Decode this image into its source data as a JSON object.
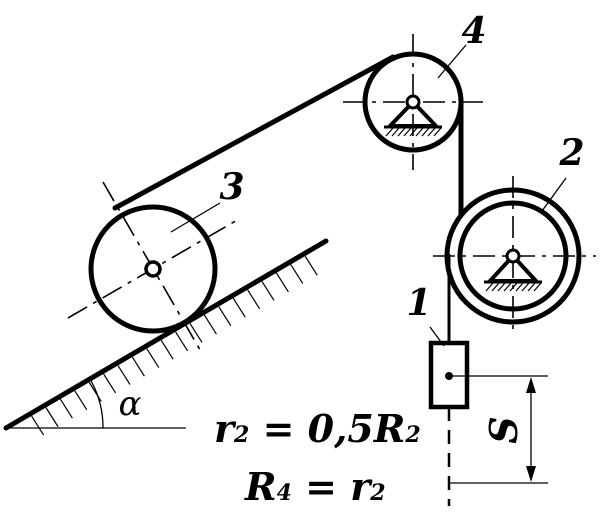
{
  "labels": {
    "body1": "1",
    "body2": "2",
    "body3": "3",
    "body4": "4",
    "angle": "α",
    "displacement": "S"
  },
  "formulas": {
    "line1": {
      "left_symbol": "r",
      "left_sub": "2",
      "middle": " = 0,5",
      "right_symbol": "R",
      "right_sub": "2"
    },
    "line2": {
      "left_symbol": "R",
      "left_sub": "4",
      "middle": " = ",
      "right_symbol": "r",
      "right_sub": "2"
    }
  }
}
